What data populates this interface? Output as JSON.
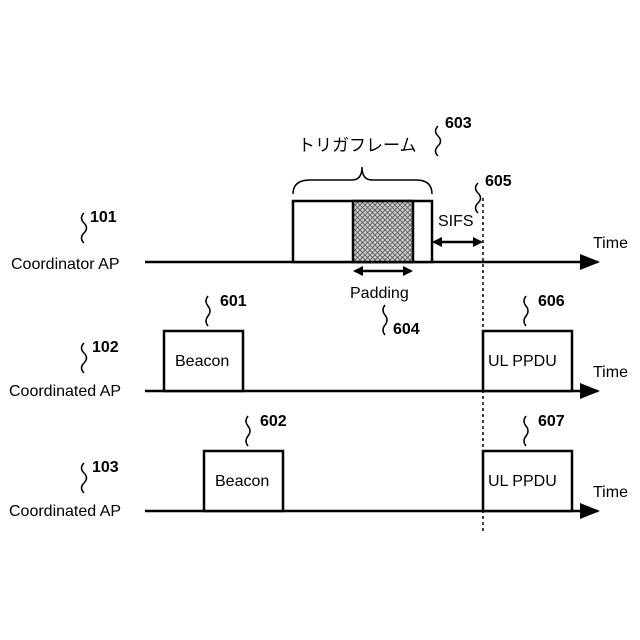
{
  "rows": [
    {
      "ref": "101",
      "name": "Coordinator AP",
      "time": "Time"
    },
    {
      "ref": "102",
      "name": "Coordinated AP",
      "time": "Time"
    },
    {
      "ref": "103",
      "name": "Coordinated AP",
      "time": "Time"
    }
  ],
  "frames": {
    "beacon_1": {
      "ref": "601",
      "label": "Beacon"
    },
    "beacon_2": {
      "ref": "602",
      "label": "Beacon"
    },
    "trigger": {
      "ref": "603",
      "label": "トリガフレーム"
    },
    "padding": {
      "ref": "604",
      "label": "Padding"
    },
    "sifs": {
      "ref": "605",
      "label": "SIFS"
    },
    "ul_ppdu_1": {
      "ref": "606",
      "label": "UL PPDU"
    },
    "ul_ppdu_2": {
      "ref": "607",
      "label": "UL PPDU"
    }
  }
}
